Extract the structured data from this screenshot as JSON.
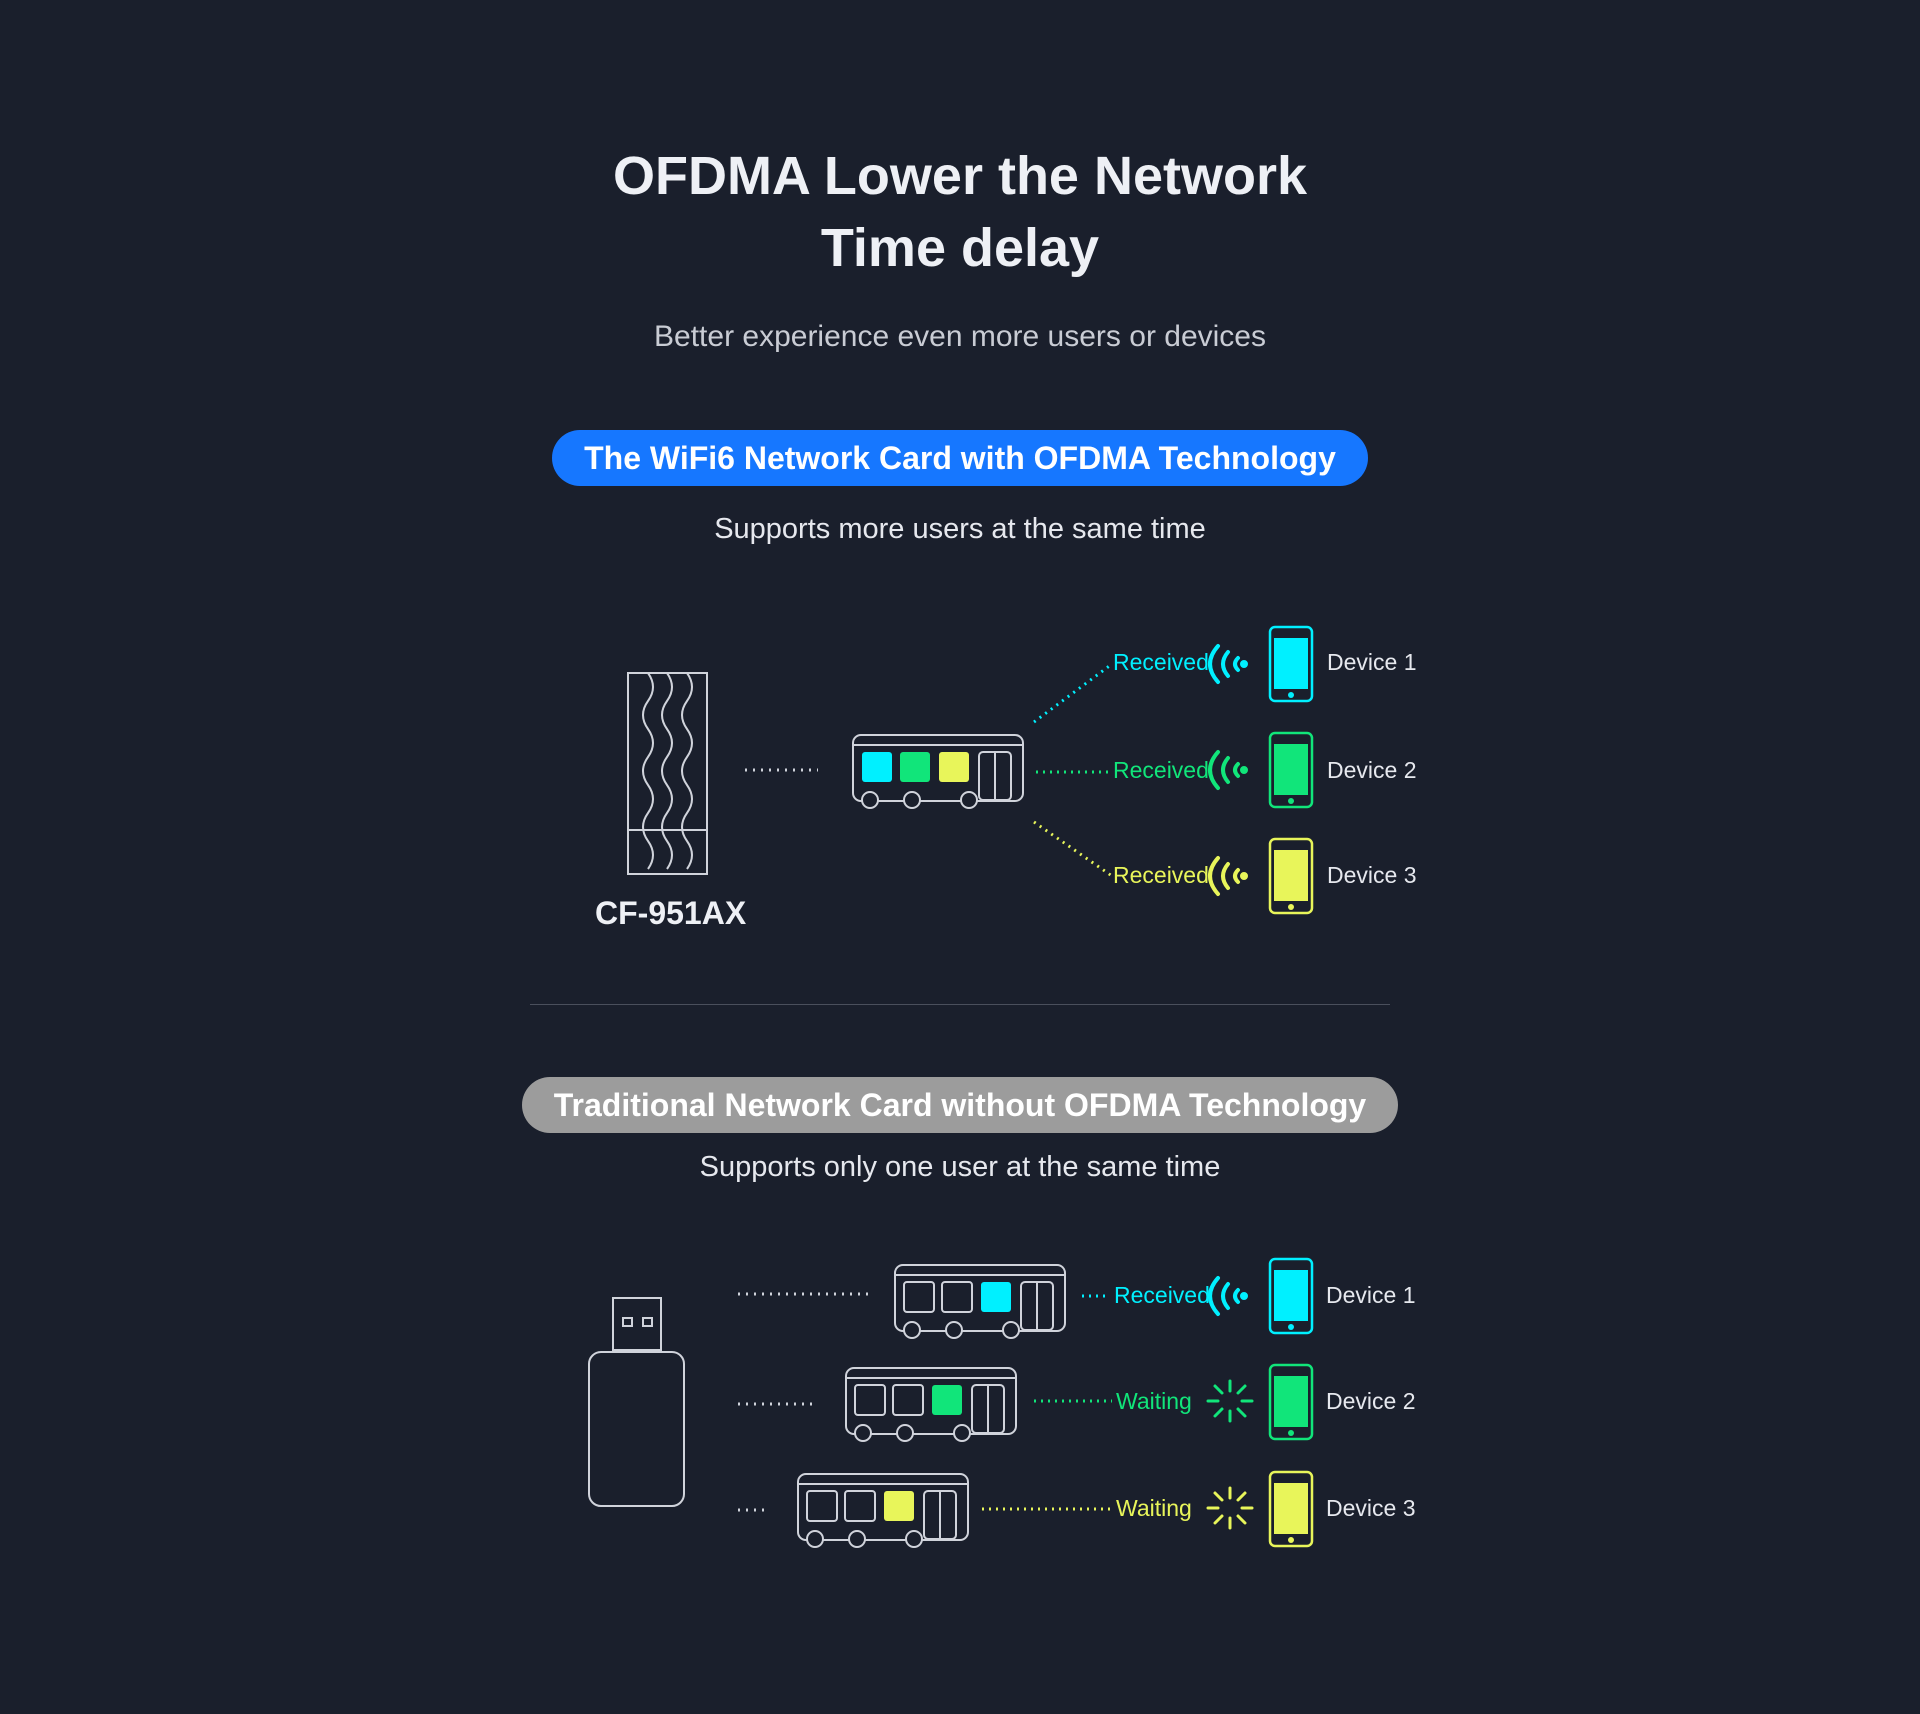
{
  "title": {
    "line1": "OFDMA Lower the Network",
    "line2": "Time delay"
  },
  "subtitle": "Better experience even more users or devices",
  "ofdma": {
    "badge": "The WiFi6 Network Card with OFDMA Technology",
    "caption": "Supports more users at the same time",
    "model": "CF-951AX",
    "devices": [
      {
        "status": "Received",
        "name": "Device 1",
        "color": "#00f0ff"
      },
      {
        "status": "Received",
        "name": "Device 2",
        "color": "#11e57a"
      },
      {
        "status": "Received",
        "name": "Device 3",
        "color": "#e8f55a"
      }
    ]
  },
  "traditional": {
    "badge": "Traditional Network Card without OFDMA Technology",
    "caption": "Supports only one user at the same time",
    "devices": [
      {
        "status": "Received",
        "name": "Device 1",
        "color": "#00f0ff"
      },
      {
        "status": "Waiting",
        "name": "Device 2",
        "color": "#11e57a"
      },
      {
        "status": "Waiting",
        "name": "Device 3",
        "color": "#e8f55a"
      }
    ]
  }
}
